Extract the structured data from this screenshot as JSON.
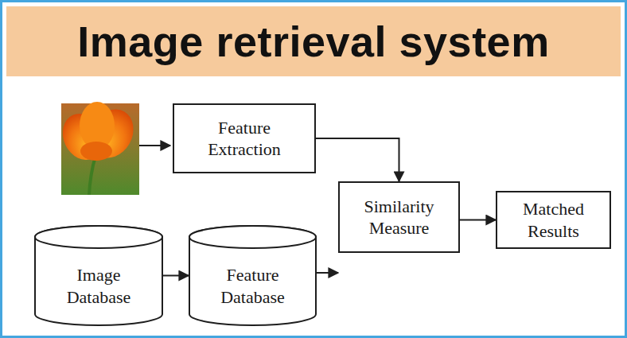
{
  "diagram": {
    "title": "Image retrieval system",
    "nodes": [
      {
        "text": [
          "Feature Extraction"
        ]
      },
      {
        "text": [
          "Similarity Measure"
        ]
      },
      {
        "text": [
          "Matched Results"
        ]
      },
      {
        "text": [
          "Image Database"
        ]
      },
      {
        "text": [
          "Feature Database"
        ]
      }
    ],
    "edges": [
      {
        "from": 0,
        "to": 1,
        "arrow": "to"
      },
      {
        "from": 1,
        "to": 2,
        "arrow": "to"
      },
      {
        "from": 3,
        "to": 4,
        "arrow": "to"
      },
      {
        "from": 4,
        "to": 1,
        "arrow": "to"
      }
    ]
  }
}
